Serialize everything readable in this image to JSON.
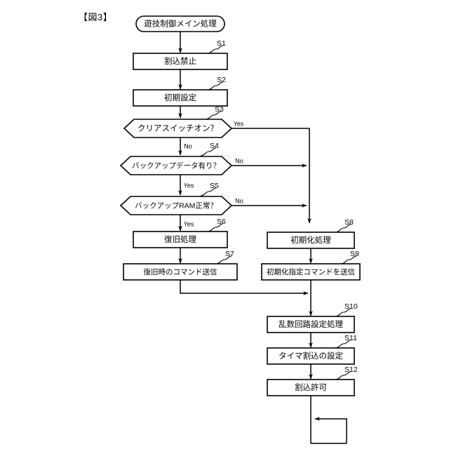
{
  "figure": {
    "label": "【図3】"
  },
  "chart_data": {
    "type": "diagram",
    "subtype": "flowchart",
    "title": "遊技制御メイン処理",
    "orientation": "top-to-bottom",
    "nodes": [
      {
        "id": "start",
        "shape": "terminator",
        "step": "",
        "text": "遊技制御メイン処理"
      },
      {
        "id": "s1",
        "shape": "process",
        "step": "S1",
        "text": "割込禁止"
      },
      {
        "id": "s2",
        "shape": "process",
        "step": "S2",
        "text": "初期設定"
      },
      {
        "id": "s3",
        "shape": "decision",
        "step": "S3",
        "text": "クリアスイッチオン？"
      },
      {
        "id": "s4",
        "shape": "decision",
        "step": "S4",
        "text": "バックアップデータ有り？"
      },
      {
        "id": "s5",
        "shape": "decision",
        "step": "S5",
        "text": "バックアップRAM正常？"
      },
      {
        "id": "s6",
        "shape": "process",
        "step": "S6",
        "text": "復旧処理"
      },
      {
        "id": "s7",
        "shape": "process",
        "step": "S7",
        "text": "復旧時のコマンド送信"
      },
      {
        "id": "s8",
        "shape": "process",
        "step": "S8",
        "text": "初期化処理"
      },
      {
        "id": "s9",
        "shape": "process",
        "step": "S9",
        "text": "初期化指定コマンドを送信"
      },
      {
        "id": "s10",
        "shape": "process",
        "step": "S10",
        "text": "乱数回路設定処理"
      },
      {
        "id": "s11",
        "shape": "process",
        "step": "S11",
        "text": "タイマ割込の設定"
      },
      {
        "id": "s12",
        "shape": "process",
        "step": "S12",
        "text": "割込許可"
      },
      {
        "id": "loop",
        "shape": "loop-back",
        "step": "",
        "text": ""
      }
    ],
    "edges": [
      {
        "from": "start",
        "to": "s1",
        "label": ""
      },
      {
        "from": "s1",
        "to": "s2",
        "label": ""
      },
      {
        "from": "s2",
        "to": "s3",
        "label": ""
      },
      {
        "from": "s3",
        "to": "s8",
        "label": "Yes"
      },
      {
        "from": "s3",
        "to": "s4",
        "label": "No"
      },
      {
        "from": "s4",
        "to": "s8",
        "label": "No"
      },
      {
        "from": "s4",
        "to": "s5",
        "label": "Yes"
      },
      {
        "from": "s5",
        "to": "s8",
        "label": "No"
      },
      {
        "from": "s5",
        "to": "s6",
        "label": "Yes"
      },
      {
        "from": "s6",
        "to": "s7",
        "label": ""
      },
      {
        "from": "s7",
        "to": "s10",
        "label": ""
      },
      {
        "from": "s8",
        "to": "s9",
        "label": ""
      },
      {
        "from": "s9",
        "to": "s10",
        "label": ""
      },
      {
        "from": "s10",
        "to": "s11",
        "label": ""
      },
      {
        "from": "s11",
        "to": "s12",
        "label": ""
      },
      {
        "from": "s12",
        "to": "loop",
        "label": ""
      },
      {
        "from": "loop",
        "to": "loop",
        "label": ""
      }
    ],
    "edge_labels": {
      "s3_yes": "Yes",
      "s3_no": "No",
      "s4_no": "No",
      "s4_yes": "Yes",
      "s5_no": "No",
      "s5_yes": "Yes"
    },
    "step_labels": {
      "s1": "S1",
      "s2": "S2",
      "s3": "S3",
      "s4": "S4",
      "s5": "S5",
      "s6": "S6",
      "s7": "S7",
      "s8": "S8",
      "s9": "S9",
      "s10": "S10",
      "s11": "S11",
      "s12": "S12"
    },
    "node_text": {
      "start": "遊技制御メイン処理",
      "s1": "割込禁止",
      "s2": "初期設定",
      "s3": "クリアスイッチオン？",
      "s4": "バックアップデータ有り？",
      "s5": "バックアップRAM正常？",
      "s6": "復旧処理",
      "s7": "復旧時のコマンド送信",
      "s8": "初期化処理",
      "s9": "初期化指定コマンドを送信",
      "s10": "乱数回路設定処理",
      "s11": "タイマ割込の設定",
      "s12": "割込許可"
    },
    "colors": {
      "background": "#ffffff",
      "stroke": "#000000",
      "text": "#000000"
    }
  }
}
